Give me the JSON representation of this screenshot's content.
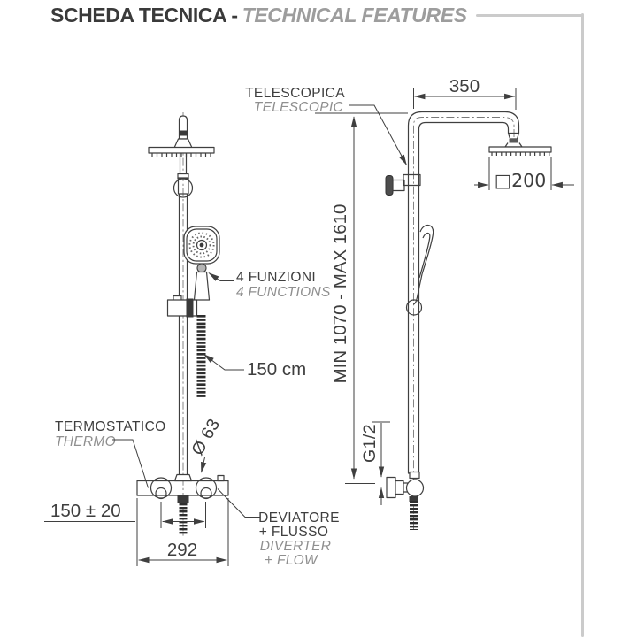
{
  "header": {
    "title_it": "SCHEDA TECNICA -",
    "title_en": "TECHNICAL FEATURES"
  },
  "colors": {
    "line": "#3f3f3f",
    "label_primary": "#3e3e3e",
    "label_secondary": "#8f8f8f",
    "frame": "#cbcbcb"
  },
  "front_view": {
    "labels": {
      "functions_it": "4 FUNZIONI",
      "functions_en": "4 FUNCTIONS",
      "hose_length": "150 cm",
      "thermo_it": "TERMOSTATICO",
      "thermo_en": "THERMO",
      "knob_diameter": "Ø 63",
      "inlet_distance": "150 ± 20",
      "body_width": "292",
      "diverter_it_line1": "DEVIATORE",
      "diverter_it_line2": "+ FLUSSO",
      "diverter_en_line1": "DIVERTER",
      "diverter_en_line2": "+ FLOW"
    }
  },
  "side_view": {
    "labels": {
      "telescopic_it": "TELESCOPICA",
      "telescopic_en": "TELESCOPIC",
      "arm_length": "350",
      "head_size": "□200",
      "height_range": "MIN 1070 - MAX 1610",
      "connection": "G1/2"
    }
  }
}
